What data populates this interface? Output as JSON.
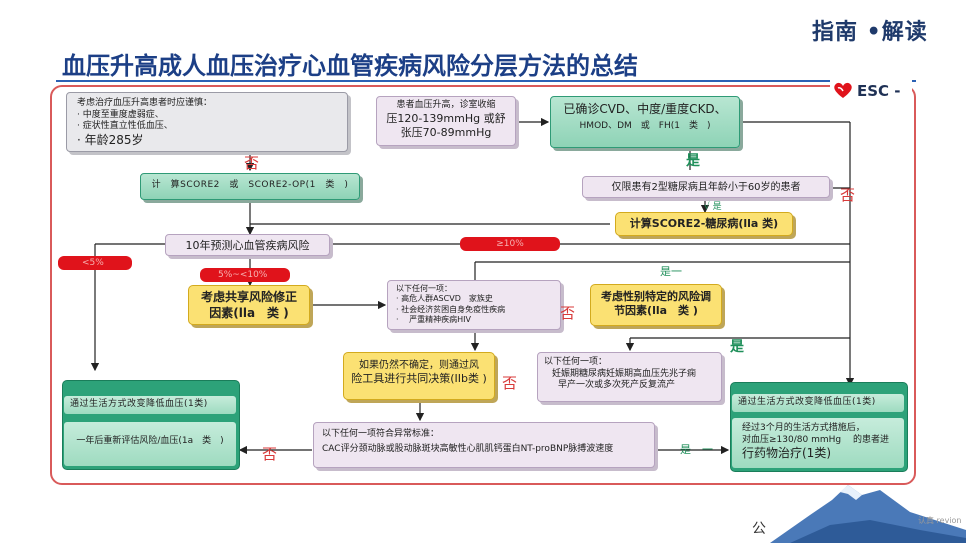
{
  "header": {
    "brand": "指南 •解读",
    "title": "血压升高成人血压治疗心血管疾病风险分层方法的总结",
    "logo_text": "ESC -"
  },
  "nodes": {
    "consider": {
      "title": "考虑治疗血压升高患者时应谨慎：",
      "items": [
        "· 中度至重度虚弱症、",
        "· 症状性直立性低血压、",
        "· 年龄285岁"
      ]
    },
    "patient_bp": {
      "line1": "患者血压升高，诊室收缩",
      "line2": "压120-139mmHg 或舒",
      "line3": "张压70-89mmHg"
    },
    "confirmed": {
      "line1": "已确诊CVD、中度/重度CKD、",
      "line2": "HMOD、DM　或　FH(1　类　)"
    },
    "score2": "计　算SCORE2　或　SCORE2-OP(1　类　)",
    "diabetes_only": "仅限患有2型糖尿病且年龄小于60岁的患者",
    "score2_diabetes": "计算SCORE2-糖尿病(lla 类)",
    "ten_year": "10年预测心血管疾病风险",
    "shared_risk": {
      "line1": "考虑共享风险修正",
      "line2": "因素(lla　类 )"
    },
    "any_of": {
      "title": "以下任何一项：",
      "items": [
        "· 高危人群ASCVD　家族史",
        "· 社会经济贫困自身免疫性疾病",
        "·　 严重精神疾病HIV"
      ]
    },
    "gender_specific": {
      "line1": "考虑性别特定的风险调",
      "line2": "节因素(lla　类 )"
    },
    "uncertain": {
      "line1": "如果仍然不确定，则通过风",
      "line2": "险工具进行共同决策(IIb类 )"
    },
    "pregnancy": {
      "title": "以下任何一项：",
      "line1": "妊娠期糖尿病妊娠期高血压先兆子痫",
      "line2": "早产一次或多次死产反复流产"
    },
    "lifestyle_left": "通过生活方式改变降低血压(1类)",
    "reassess": "一年后重新评估风险/血压(1a　类　)",
    "abnormal": {
      "title": "以下任何一项符合异常标准：",
      "line1": "CAC评分颈动脉或股动脉斑块高敏性心肌肌钙蛋白NT-proBNP脉搏波速度"
    },
    "lifestyle_right": "通过生活方式改变降低血压(1类)",
    "drug": {
      "line1": "经过3个月的生活方式措施后，",
      "line2": "对血压≥130/80 mmHg　 的患者进",
      "line3": "行药物治疗(1类)"
    }
  },
  "labels": {
    "no": "否",
    "yes": "是",
    "yes_dash": "是一",
    "yes_check": "√ 是",
    "yes_bottom": "是　一",
    "pct_high": "≥10%",
    "pct_mid": "5%~<10%",
    "pct_low": "<5%",
    "bottom_char": "公",
    "watermark": "认真 revion"
  },
  "colors": {
    "title": "#1c3f86",
    "frame": "#d95a5a",
    "green": "#8ed3b6",
    "yellow": "#fbe173",
    "red_pill": "#e0131b",
    "yes_green": "#1f8f5a",
    "no_red": "#d83a3a"
  }
}
